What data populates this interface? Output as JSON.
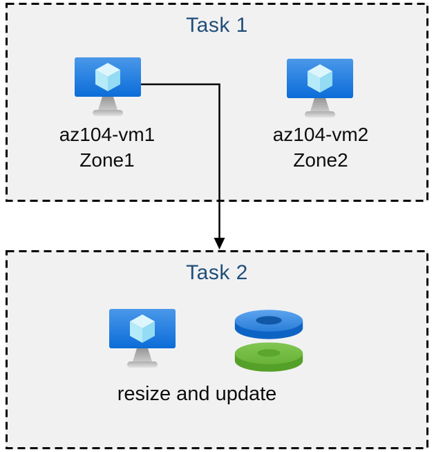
{
  "colors": {
    "page_background": "#ffffff",
    "box_background": "#f1f1f2",
    "box_border": "#000000",
    "title_text": "#1f4e79",
    "body_text": "#0d0d0d",
    "arrow": "#000000",
    "vm_monitor_blue": "#1272d9",
    "vm_cube_cyan": "#b5eaf8",
    "disk_blue": "#2e7fd8",
    "disk_green": "#6ab437",
    "stand_gray": "#b0b0b0"
  },
  "task1": {
    "title": "Task 1",
    "vm1": {
      "name": "az104-vm1",
      "zone": "Zone1"
    },
    "vm2": {
      "name": "az104-vm2",
      "zone": "Zone2"
    }
  },
  "task2": {
    "title": "Task 2",
    "caption": "resize and update"
  },
  "arrow": {
    "from": "az104-vm1",
    "to": "Task 2"
  }
}
